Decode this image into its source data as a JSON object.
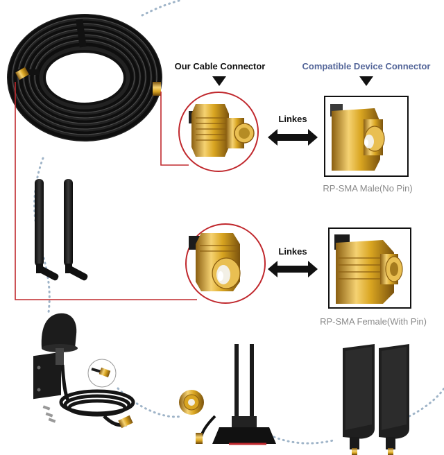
{
  "labels": {
    "our_cable_connector": "Our Cable Connector",
    "compatible_device_connector": "Compatible Device Connector",
    "link_top": "Linkes",
    "link_bottom": "Linkes",
    "male_caption": "RP-SMA Male(No Pin)",
    "female_caption": "RP-SMA Female(With Pin)"
  },
  "colors": {
    "accent_red": "#c0282d",
    "gold": "#d9a521",
    "cable_black": "#1c1c1c",
    "compat_label": "#55679a",
    "caption_gray": "#8a8a8a",
    "dotted_path": "#9fb4c8"
  },
  "icons": {
    "connector_circle_top": "rp-sma-female-connector",
    "connector_circle_bottom": "rp-sma-male-connector",
    "box_top": "rp-sma-male-device-plug",
    "box_bottom": "rp-sma-female-device-jack",
    "arrow": "double-headed-arrow"
  }
}
